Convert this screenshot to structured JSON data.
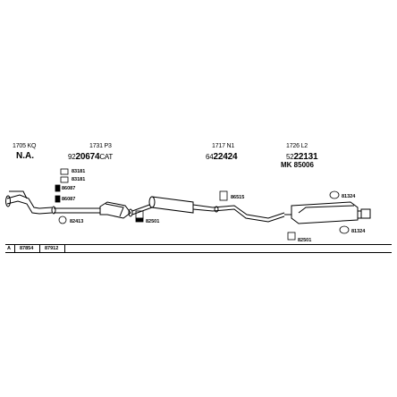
{
  "diagram": {
    "groups": [
      {
        "ref": "1705 KQ",
        "label": "N.A."
      },
      {
        "ref": "1731 P3",
        "part_prefix": "92",
        "part_main": "20674",
        "part_suffix": "CAT"
      },
      {
        "ref": "1717 N1",
        "part_prefix": "64",
        "part_main": "22424",
        "part_suffix": ""
      },
      {
        "ref": "1726 L2",
        "part_prefix": "52",
        "part_main": "22131",
        "part_suffix": "",
        "extra": "MK 85006"
      }
    ],
    "small_parts": [
      {
        "code": "83181"
      },
      {
        "code": "83181"
      },
      {
        "code": "86087"
      },
      {
        "code": "86087"
      },
      {
        "code": "82413"
      },
      {
        "code": "82501"
      },
      {
        "code": "86515"
      },
      {
        "code": "81324"
      },
      {
        "code": "81324"
      },
      {
        "code": "82501"
      }
    ],
    "footer": [
      {
        "code": "A"
      },
      {
        "code": "87854"
      },
      {
        "code": "87912"
      }
    ]
  }
}
